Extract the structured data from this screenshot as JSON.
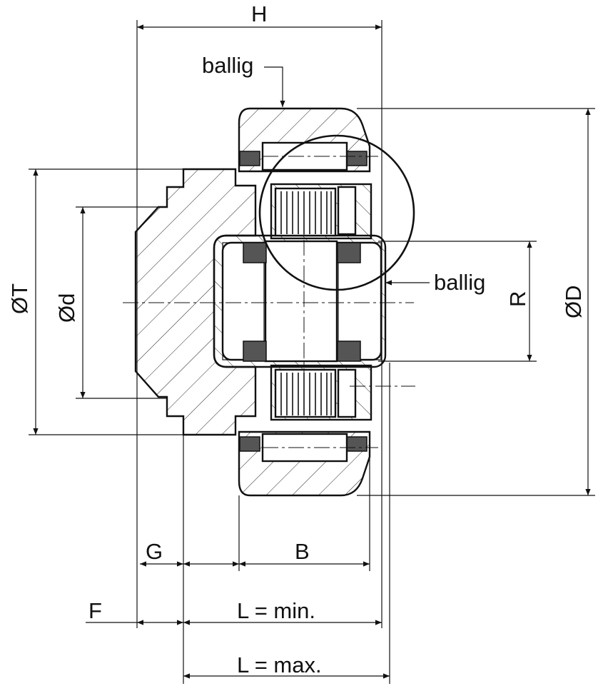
{
  "labels": {
    "H": "H",
    "ballig_top": "ballig",
    "ballig_side": "ballig",
    "T": "ØT",
    "d": "Ød",
    "D": "ØD",
    "R": "R",
    "G": "G",
    "B": "B",
    "F": "F",
    "L_min": "L =  min.",
    "L_max": "L = max."
  }
}
